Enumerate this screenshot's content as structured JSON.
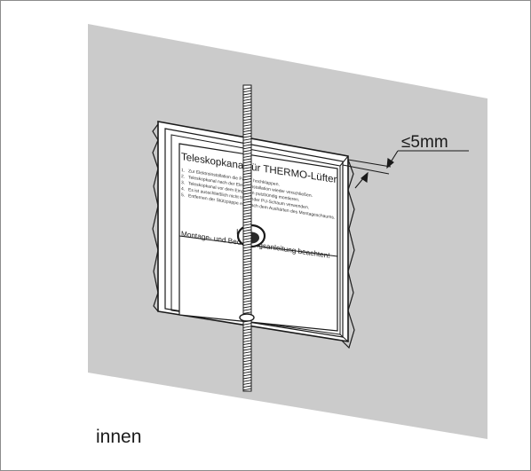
{
  "diagram": {
    "gap_label": "≤5mm",
    "side_label": "innen",
    "sticker": {
      "title": "Teleskopkanal für THERMO-Lüfter",
      "instructions": [
        "Zur Elektroinstallation die Pappe hochklappen.",
        "Teleskopkanal nach der Elektroinstallation wieder verschließen.",
        "Teleskopkanal vor dem Einputzen putzbündig montieren.",
        "Es ist ausschließlich nicht treibender PU-Schaum verwenden.",
        "Entfernen der Stützpappe erst nach dem Aushärten des Montageschaums."
      ],
      "notice": "Montage- und Bedienungsanleitung beachten!"
    },
    "colors": {
      "wall": "#cbcbcb",
      "frame_line": "#1a1a1a",
      "panel": "#ffffff"
    }
  }
}
